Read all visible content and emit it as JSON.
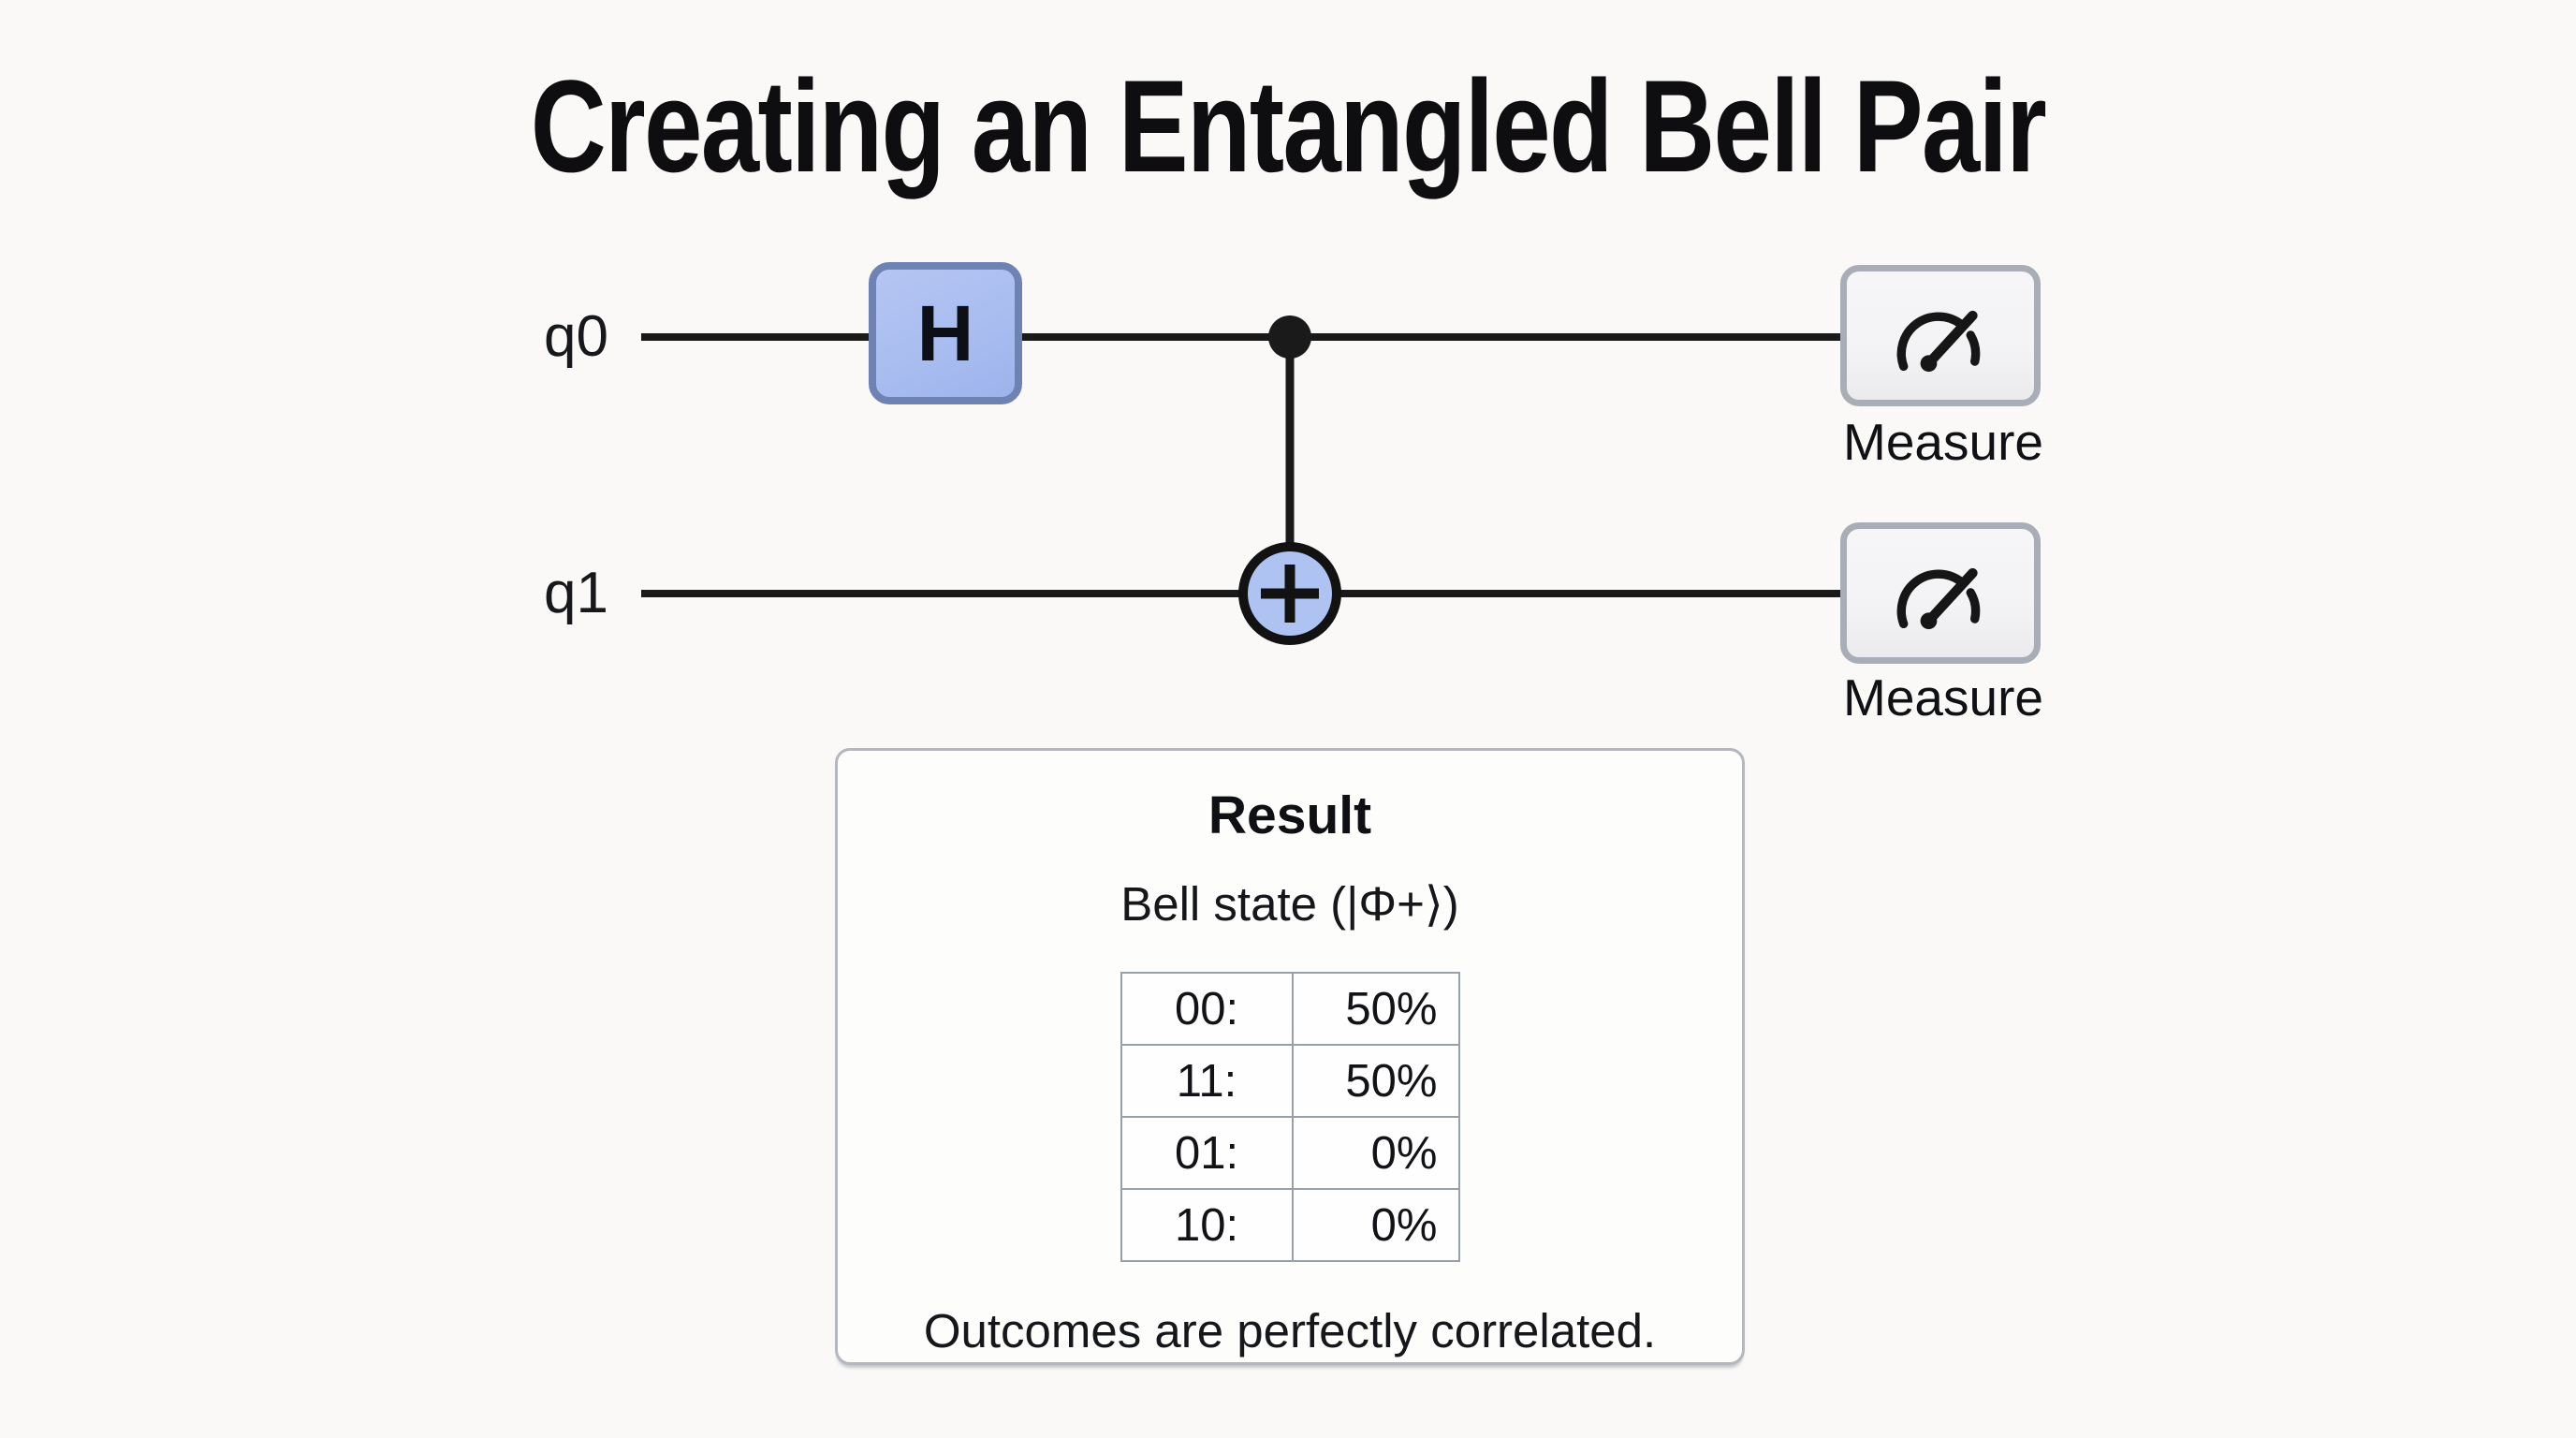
{
  "title": "Creating an Entangled Bell Pair",
  "circuit": {
    "qubits": [
      {
        "label": "q0"
      },
      {
        "label": "q1"
      }
    ],
    "hadamard_label": "H",
    "measure_label": "Measure",
    "icons": {
      "measure": "gauge-icon",
      "cnot_control": "filled-dot-icon",
      "cnot_target": "circled-plus-icon"
    }
  },
  "result": {
    "heading": "Result",
    "state_label": "Bell state (|Φ+⟩)",
    "rows": [
      {
        "label": "00:",
        "value": "50%"
      },
      {
        "label": "11:",
        "value": "50%"
      },
      {
        "label": "01:",
        "value": "0%"
      },
      {
        "label": "10:",
        "value": "0%"
      }
    ],
    "note": "Outcomes are perfectly correlated."
  },
  "colors": {
    "bg": "#faf9f7",
    "wire": "#1a1a1a",
    "h_fill": "#a9bdf0",
    "h_border": "#6e82b4",
    "cnot_fill": "#aec3f1",
    "measure_fill": "#f3f3f5",
    "measure_border": "#a9aeb6",
    "card_border": "#b4b7be",
    "card_fill": "#fdfdfc",
    "table_border": "#9aa0a8",
    "ink": "#131418"
  }
}
